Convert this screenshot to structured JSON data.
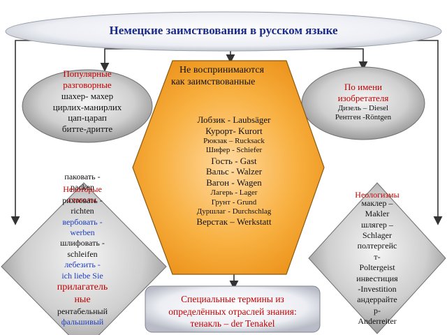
{
  "title": "Немецкие заимствования в русском языке",
  "popular": {
    "heading": [
      "Популярные",
      "разговорные"
    ],
    "items": [
      "шахер- махер",
      "цирлих-манирлих",
      "цап-царап",
      "битте-дритте"
    ]
  },
  "not_perceived": {
    "heading": [
      "Не воспринимаются",
      "как заимствованные"
    ],
    "items": [
      "Лобзик - Laubsäger",
      "Курорт- Kurort",
      "Рюкзак – Rucksack",
      "Шифер - Schiefer",
      "Гость - Gast",
      "Вальс -  Walzer",
      "Вагон - Wagen",
      "Лагерь - Lager",
      "Грунт - Grund",
      "Дуршлаг - Durchschlag",
      "Верстак – Werkstatt"
    ]
  },
  "inventors": {
    "heading": [
      "По имени",
      "изобретателя"
    ],
    "items": [
      "Дизель – Diesel",
      "Рентген -Röntgen"
    ]
  },
  "verbs": {
    "overlap_top": [
      "паковать -",
      "packen"
    ],
    "heading": [
      "Некоторые",
      "глаголы"
    ],
    "items": [
      {
        "text": "рихтовать -",
        "color": "black"
      },
      {
        "text": "richten",
        "color": "black"
      },
      {
        "text": "вербовать -",
        "color": "blue"
      },
      {
        "text": "werben",
        "color": "blue"
      },
      {
        "text": "шлифовать -",
        "color": "black"
      },
      {
        "text": "schleifen",
        "color": "black"
      },
      {
        "text": "лебезить  -",
        "color": "blue"
      },
      {
        "text": "ich liebe Sie",
        "color": "blue"
      },
      {
        "text": "прилагатель",
        "color": "red"
      },
      {
        "text": "ные",
        "color": "red"
      },
      {
        "text": "рентабельный",
        "color": "black"
      },
      {
        "text": "фальшивый",
        "color": "blue"
      }
    ]
  },
  "neologisms": {
    "heading": "Неологизмы",
    "items": [
      "маклер –",
      "Makler",
      "шлягер –",
      "Schlager",
      "полтергейс",
      "т-",
      "Poltergeist",
      "инвестиция",
      "-Investition",
      "андеррайте",
      "р-",
      "Anderreiter"
    ]
  },
  "special": {
    "lines": [
      "Специальные термины из",
      "определённых отраслей знания:",
      "тенакль – der Tenakel"
    ]
  },
  "colors": {
    "shape_fill": "#8a8a8a",
    "hexagon_fill": "#f5a020",
    "title_text": "#1a2a8c",
    "heading_red": "#c00000",
    "arrow": "#333333"
  }
}
